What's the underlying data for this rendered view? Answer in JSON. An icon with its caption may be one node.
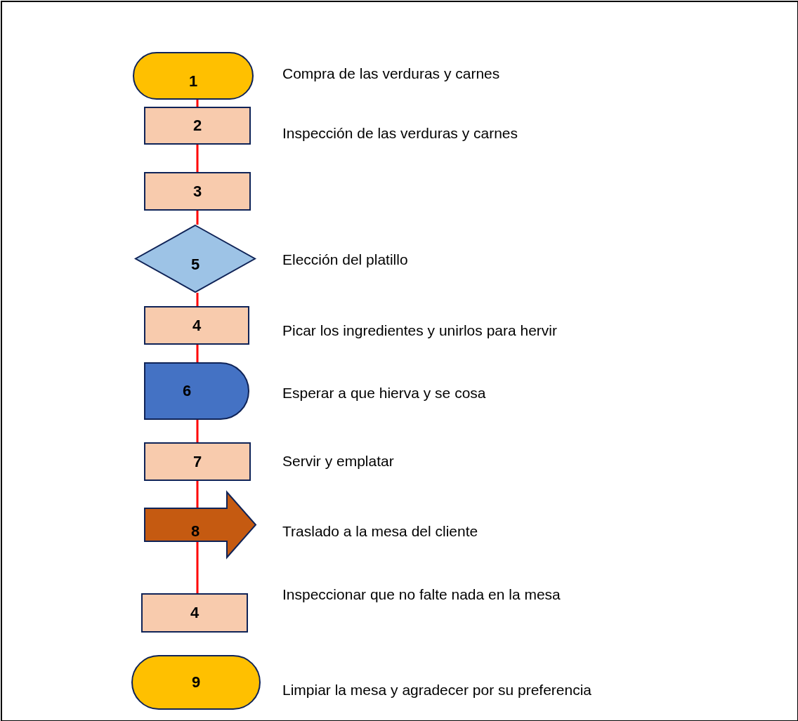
{
  "diagram": {
    "nodes": [
      {
        "text": [
          "1"
        ],
        "beside": [
          "Compra de las verduras y carnes"
        ]
      },
      {
        "text": [
          "2"
        ],
        "beside": [
          "Inspección de las verduras y carnes"
        ]
      },
      {
        "text": [
          "3"
        ]
      },
      {
        "text": [
          "5"
        ],
        "beside": [
          "Elección del platillo"
        ]
      },
      {
        "text": [
          "4"
        ],
        "beside": [
          "Picar los ingredientes y unirlos para hervir"
        ]
      },
      {
        "text": [
          "6"
        ],
        "beside": [
          "Esperar a que hierva y se cosa"
        ]
      },
      {
        "text": [
          "7"
        ],
        "beside": [
          "Servir y emplatar"
        ]
      },
      {
        "text": [
          "8"
        ],
        "beside": [
          "Traslado a la mesa del cliente"
        ]
      },
      {
        "text": [
          "4"
        ],
        "beside": [
          "Inspeccionar que no falte nada en la mesa"
        ]
      },
      {
        "text": [
          "9"
        ],
        "beside": [
          "Limpiar la mesa y agradecer por su preferencia"
        ]
      }
    ],
    "edges": [
      {
        "from": 0,
        "to": 1,
        "arrow": "none"
      },
      {
        "from": 1,
        "to": 2,
        "arrow": "none"
      },
      {
        "from": 2,
        "to": 3,
        "arrow": "none"
      },
      {
        "from": 3,
        "to": 4,
        "arrow": "none"
      },
      {
        "from": 4,
        "to": 5,
        "arrow": "none"
      },
      {
        "from": 5,
        "to": 6,
        "arrow": "none"
      },
      {
        "from": 6,
        "to": 7,
        "arrow": "none"
      },
      {
        "from": 7,
        "to": 8,
        "arrow": "none"
      }
    ]
  }
}
